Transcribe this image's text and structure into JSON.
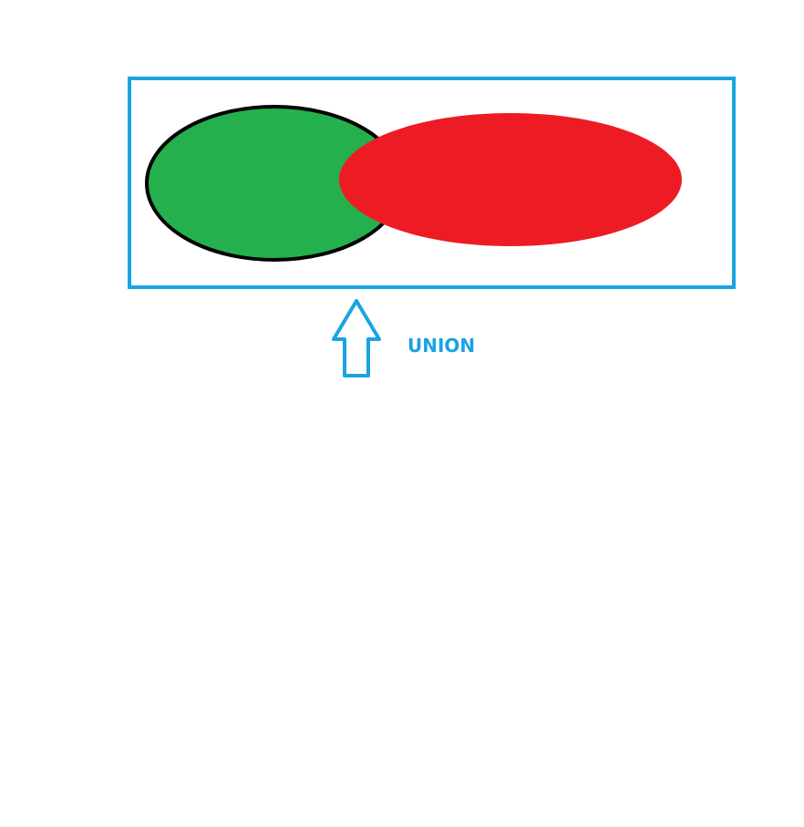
{
  "diagram": {
    "label": "UNION",
    "colors": {
      "frame": "#1aa3e1",
      "set_a_fill": "#24b14d",
      "set_a_outline": "#000000",
      "set_b_fill": "#ed1c24",
      "arrow": "#1aa3e1",
      "label": "#1aa3e1",
      "background": "#ffffff"
    },
    "shapes": {
      "set_a": "green-ellipse",
      "set_b": "red-ellipse",
      "pointer": "up-arrow-icon"
    }
  }
}
